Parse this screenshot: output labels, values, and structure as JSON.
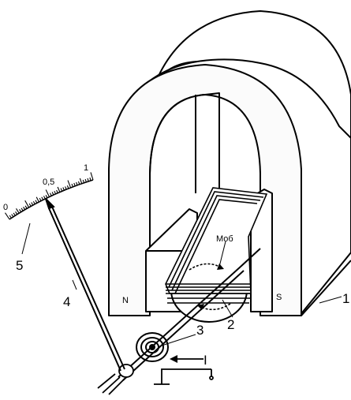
{
  "labels": {
    "n_pole": "N",
    "s_pole": "S",
    "moment": "Моб",
    "current": "I",
    "part_1": "1",
    "part_2": "2",
    "part_3": "3",
    "part_4": "4",
    "part_5": "5"
  },
  "scale": {
    "tick_0": "0",
    "tick_05": "0,5",
    "tick_1": "1"
  },
  "colors": {
    "ink": "#000000",
    "paper": "#ffffff",
    "magnet_face": "#fbfbfb"
  }
}
